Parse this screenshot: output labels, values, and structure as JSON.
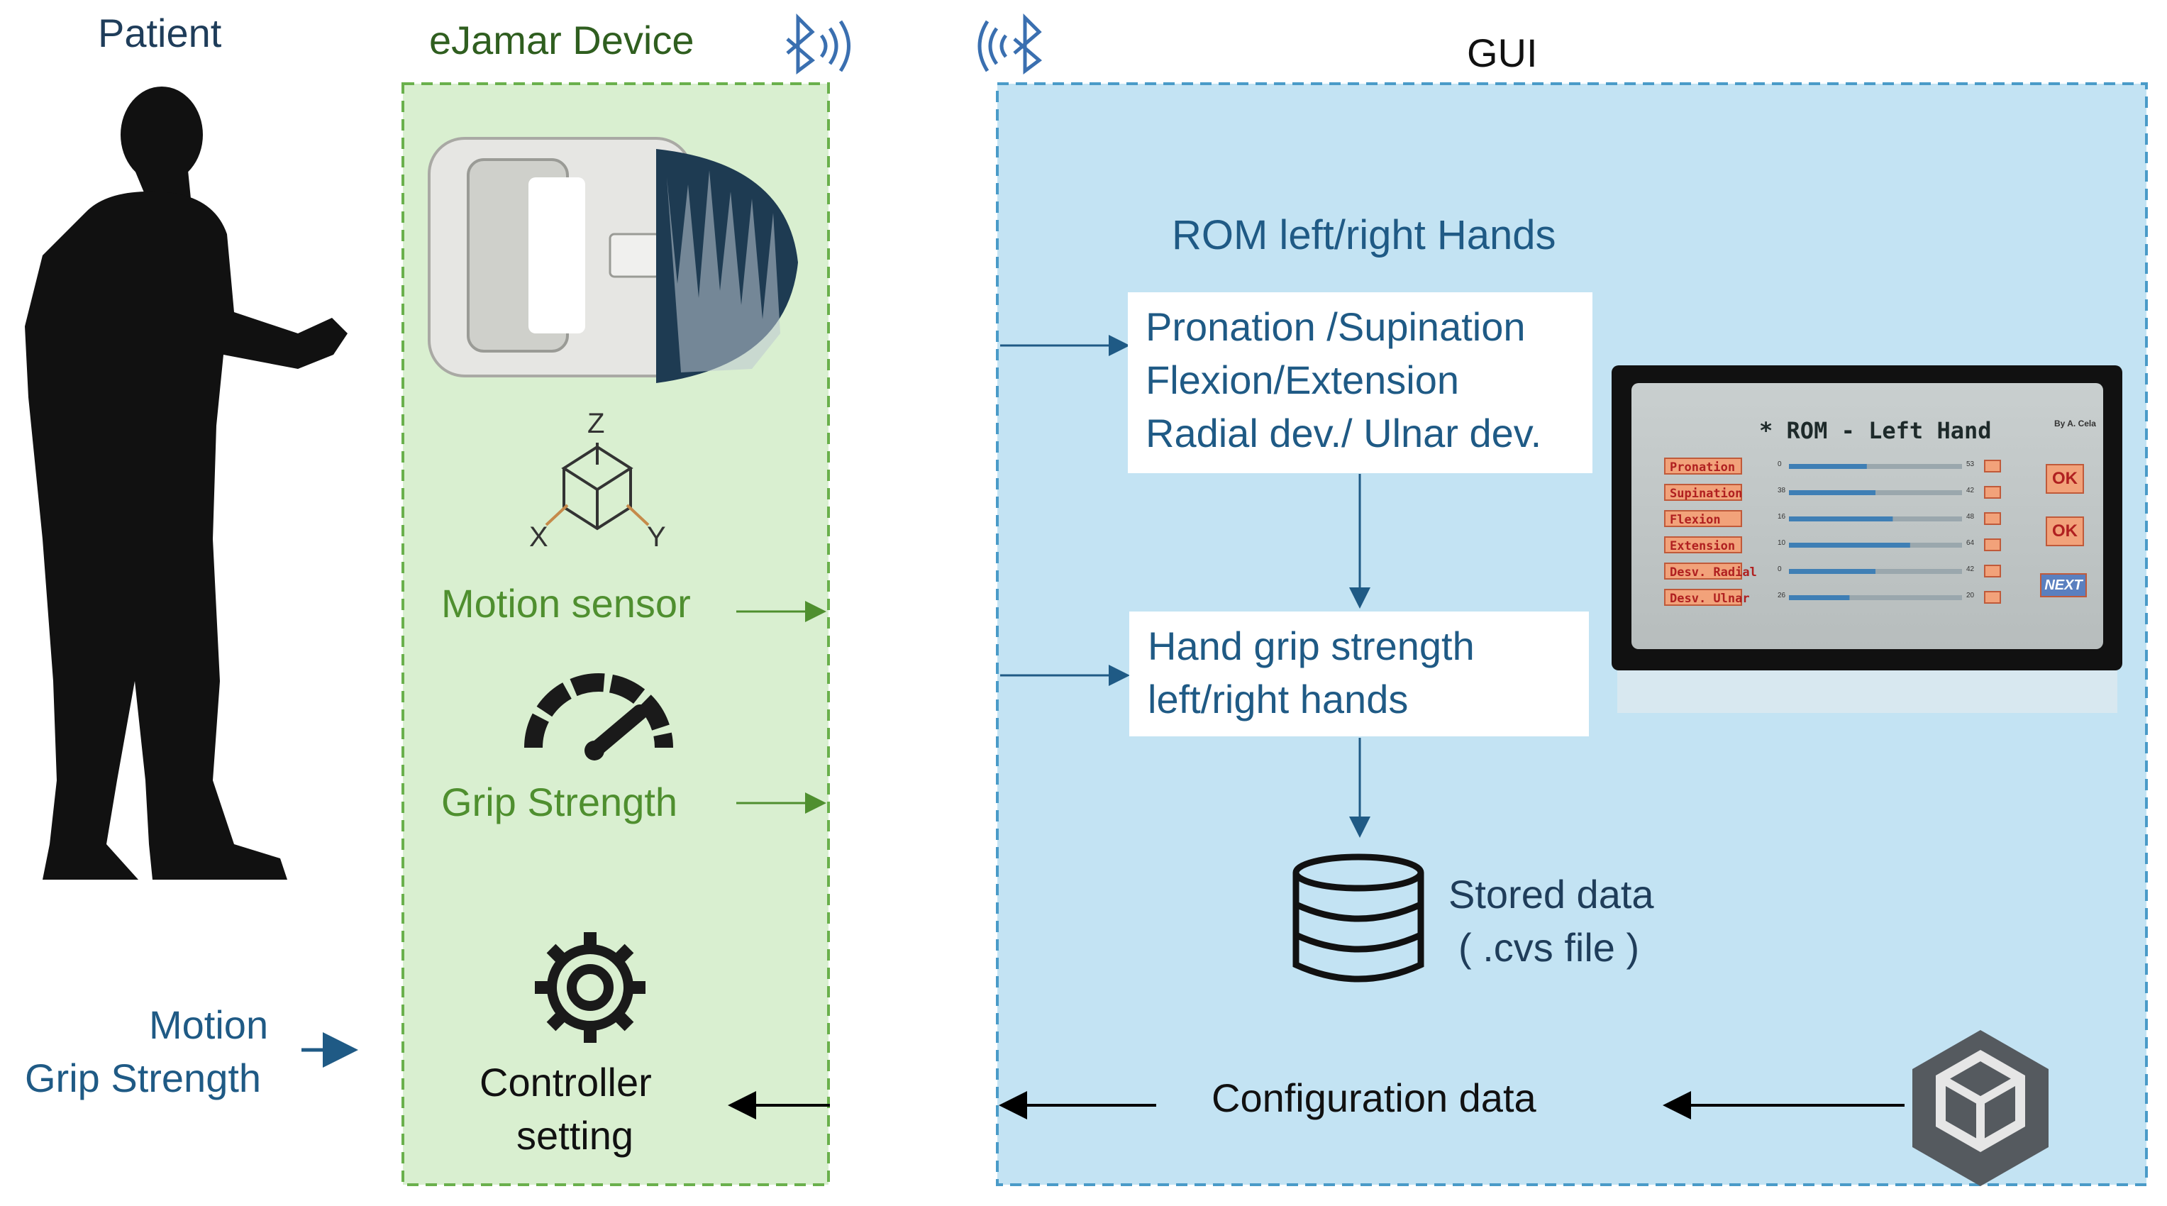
{
  "patient_label": "Patient",
  "device": {
    "title": "eJamar Device",
    "motion_sensor_label": "Motion sensor",
    "grip_strength_label": "Grip Strength",
    "controller_label_line1": "Controller",
    "controller_label_line2": "setting",
    "axis_labels": {
      "z": "Z",
      "x": "X",
      "y": "Y"
    },
    "box_fill": "#d9efd0",
    "box_border": "#6ab04c",
    "label_color": "#4f8f2f"
  },
  "patient_outputs": {
    "line1": "Motion",
    "line2": "Grip Strength"
  },
  "gui": {
    "title": "GUI",
    "rom_heading": "ROM left/right Hands",
    "rom_items": [
      "Pronation /Supination",
      "Flexion/Extension",
      "Radial dev./ Ulnar dev."
    ],
    "grip_items": [
      "Hand grip strength",
      "left/right hands"
    ],
    "stored_line1": "Stored data",
    "stored_line2": "( .cvs file )",
    "config_label": "Configuration data",
    "box_fill": "#c3e3f3",
    "box_border": "#4a9bc8",
    "text_color": "#1f5a85",
    "arrow_color": "#1f5a85"
  },
  "screen": {
    "title": "* ROM - Left Hand",
    "credit": "By A. Cela",
    "rows": [
      {
        "label": "Pronation",
        "min": "0",
        "max": "53",
        "value": 0.45
      },
      {
        "label": "Supination",
        "min": "38",
        "max": "42",
        "value": 0.5
      },
      {
        "label": "Flexion",
        "min": "16",
        "max": "48",
        "value": 0.6
      },
      {
        "label": "Extension",
        "min": "10",
        "max": "64",
        "value": 0.7
      },
      {
        "label": "Desv. Radial",
        "min": "0",
        "max": "42",
        "value": 0.5
      },
      {
        "label": "Desv. Ulnar",
        "min": "26",
        "max": "20",
        "value": 0.35
      }
    ],
    "ok_label": "OK",
    "next_label": "NEXT"
  },
  "icons": [
    "bluetooth-icon",
    "motion-axes-icon",
    "gauge-icon",
    "gear-icon",
    "database-icon",
    "unity-logo-icon",
    "person-silhouette",
    "grip-device-image"
  ]
}
